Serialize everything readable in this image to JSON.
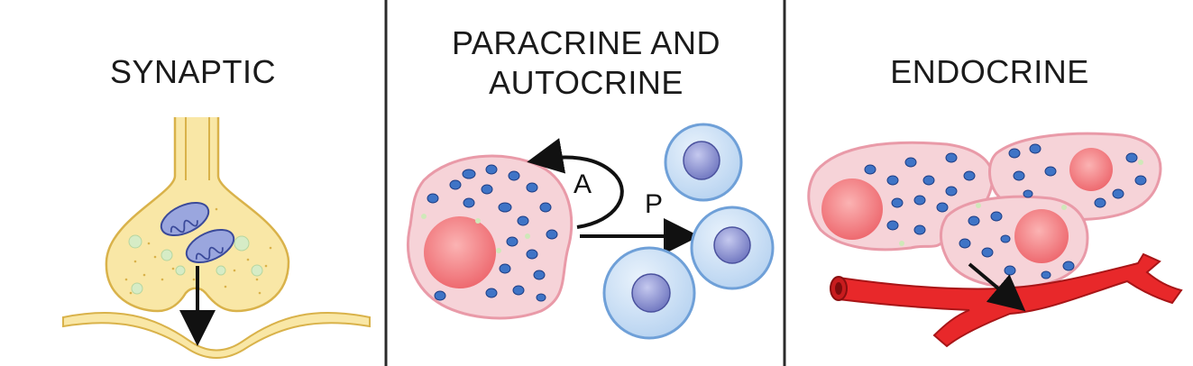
{
  "panels": [
    {
      "title": "SYNAPTIC"
    },
    {
      "title_line1": "PARACRINE AND",
      "title_line2": "AUTOCRINE"
    },
    {
      "title": "ENDOCRINE"
    }
  ],
  "labels": {
    "autocrine": "A",
    "paracrine": "P"
  },
  "colors": {
    "divider": "#333333",
    "synapse_fill": "#f9e7a6",
    "synapse_stroke": "#d9b24a",
    "cell_fill": "#f6d3d8",
    "cell_stroke": "#e99aa8",
    "nucleus": "#f2747a",
    "granule": "#3f74c6",
    "blue_cell_fill": "#c7dcf4",
    "blue_cell_stroke": "#6fa0d8",
    "blue_nucleus": "#7d86c9",
    "vessel": "#e8282a",
    "arrow": "#111111"
  }
}
